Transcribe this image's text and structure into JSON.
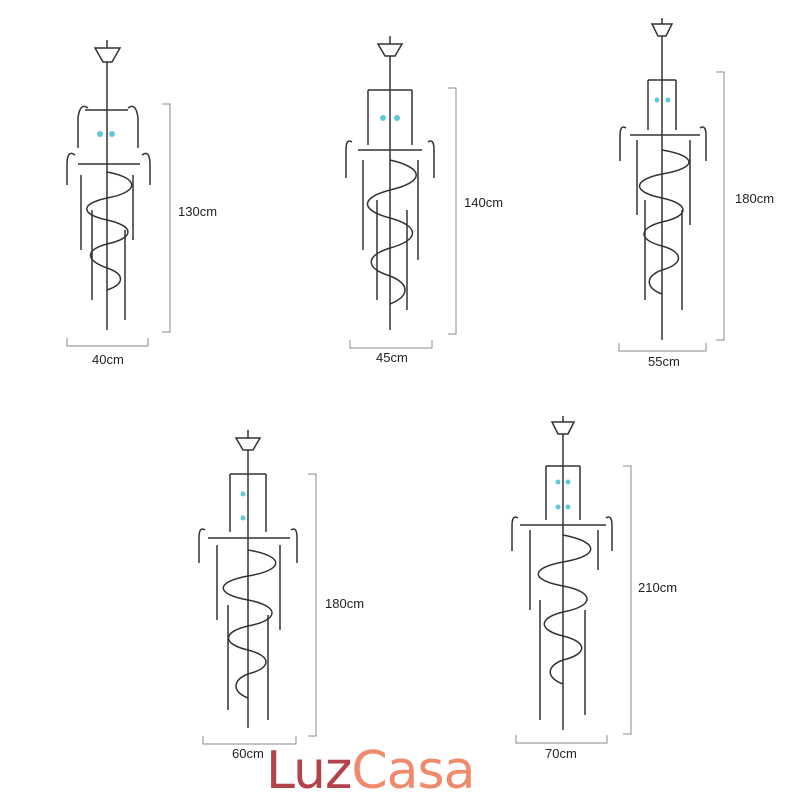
{
  "brand": {
    "part1": "Luz",
    "part2": "Casa",
    "color1": "#b3434a",
    "color2": "#f08a6c"
  },
  "variants": [
    {
      "id": "v1",
      "width": "40cm",
      "height": "130cm"
    },
    {
      "id": "v2",
      "width": "45cm",
      "height": "140cm"
    },
    {
      "id": "v3",
      "width": "55cm",
      "height": "180cm"
    },
    {
      "id": "v4",
      "width": "60cm",
      "height": "180cm"
    },
    {
      "id": "v5",
      "width": "70cm",
      "height": "210cm"
    }
  ],
  "colors": {
    "line": "#333333",
    "dim": "#888888",
    "bulb": "#5fc9d6"
  }
}
